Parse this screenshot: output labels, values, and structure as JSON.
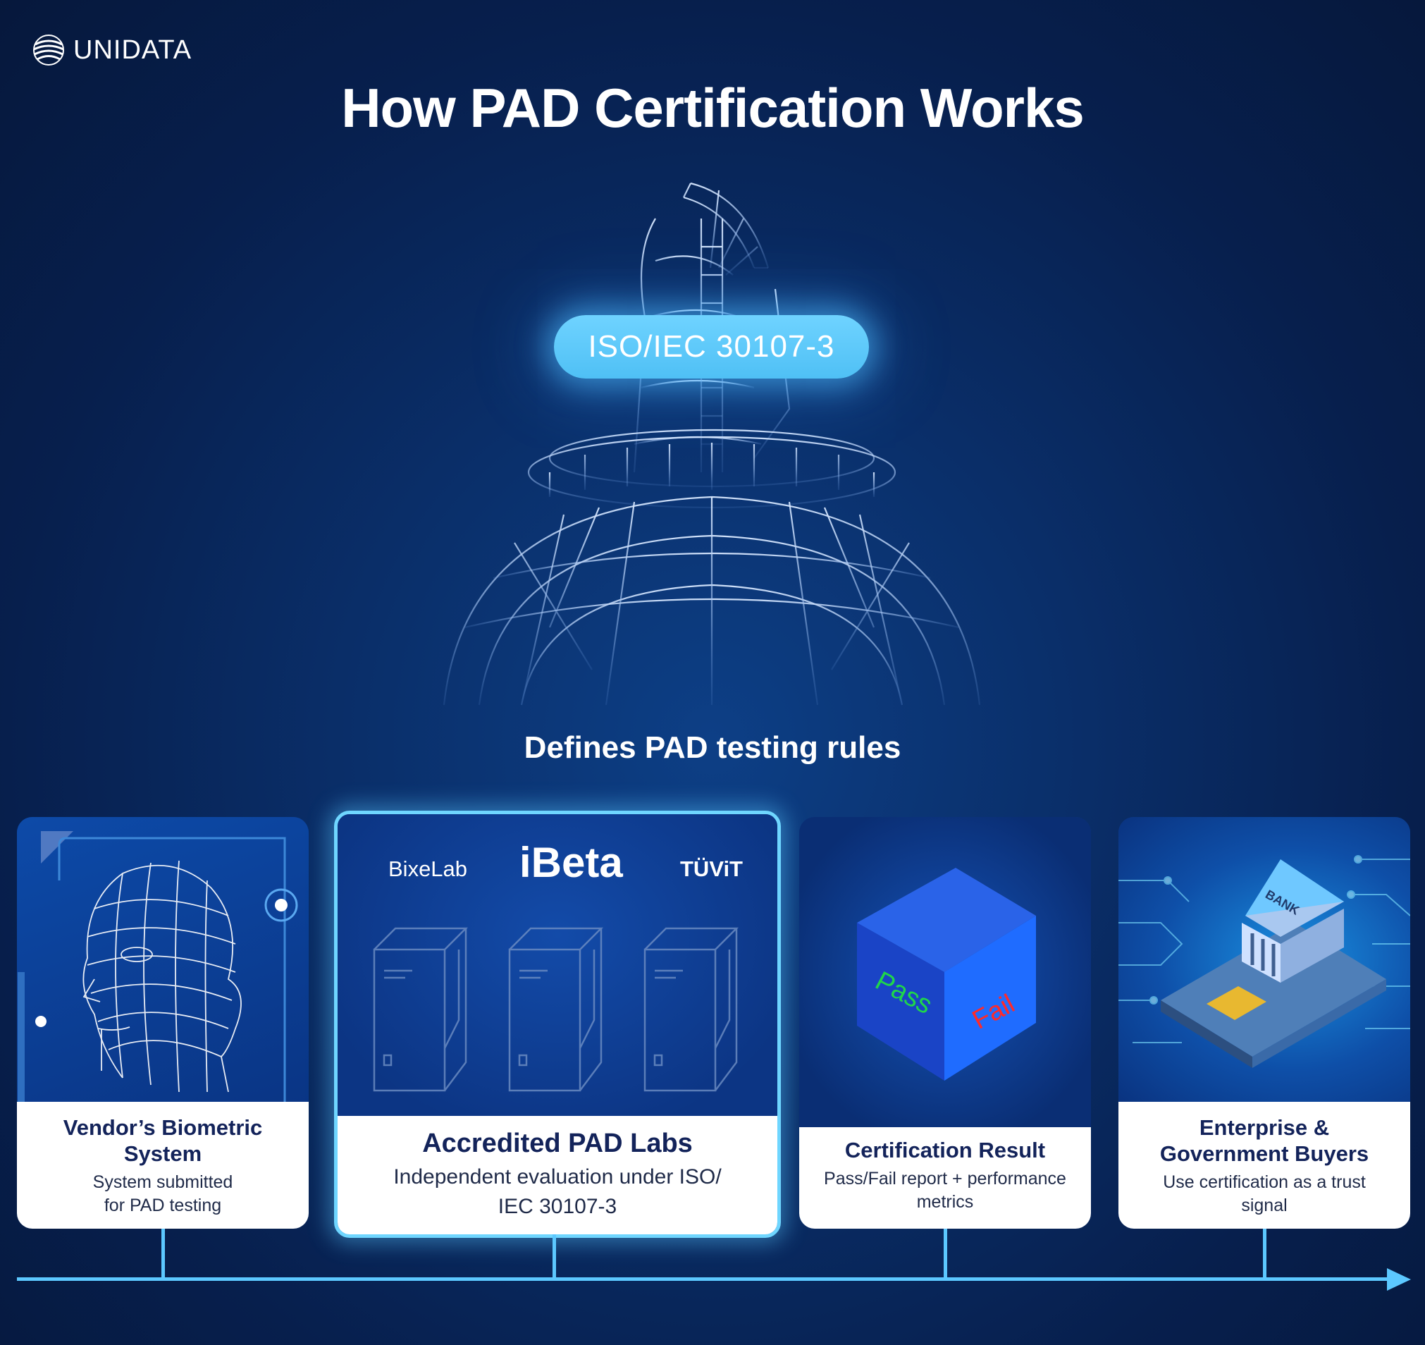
{
  "brand": {
    "name": "UNIDATA",
    "logo_icon": "globe-stripes-icon"
  },
  "title": "How PAD Certification Works",
  "standard": {
    "label": "ISO/IEC 30107-3",
    "caption": "Defines PAD testing rules"
  },
  "colors": {
    "accent": "#5cc8ff",
    "background": "#071f4d",
    "card_body": "#ffffff",
    "heading": "#13235a"
  },
  "cards": [
    {
      "title": "Vendor’s Biometric System",
      "title_l1": "Vendor’s Biometric",
      "title_l2": "System",
      "desc_l1": "System submitted",
      "desc_l2": "for PAD testing",
      "icon": "wireframe-face-icon"
    },
    {
      "title": "Accredited PAD Labs",
      "desc_l1": "Independent evaluation under ISO/",
      "desc_l2": "IEC 30107-3",
      "labs": [
        "BixeLab",
        "iBeta",
        "TÜViT"
      ],
      "icon": "server-tower-icon"
    },
    {
      "title": "Certification Result",
      "desc_l1": "Pass/Fail report + performance",
      "desc_l2": "metrics",
      "cube_labels": [
        "Pass",
        "Fail"
      ],
      "icon": "pass-fail-cube-icon"
    },
    {
      "title_l1": "Enterprise &",
      "title_l2": "Government Buyers",
      "desc_l1": "Use certification as a trust",
      "desc_l2": "signal",
      "bank_label": "BANK",
      "icon": "bank-on-phone-icon"
    }
  ]
}
